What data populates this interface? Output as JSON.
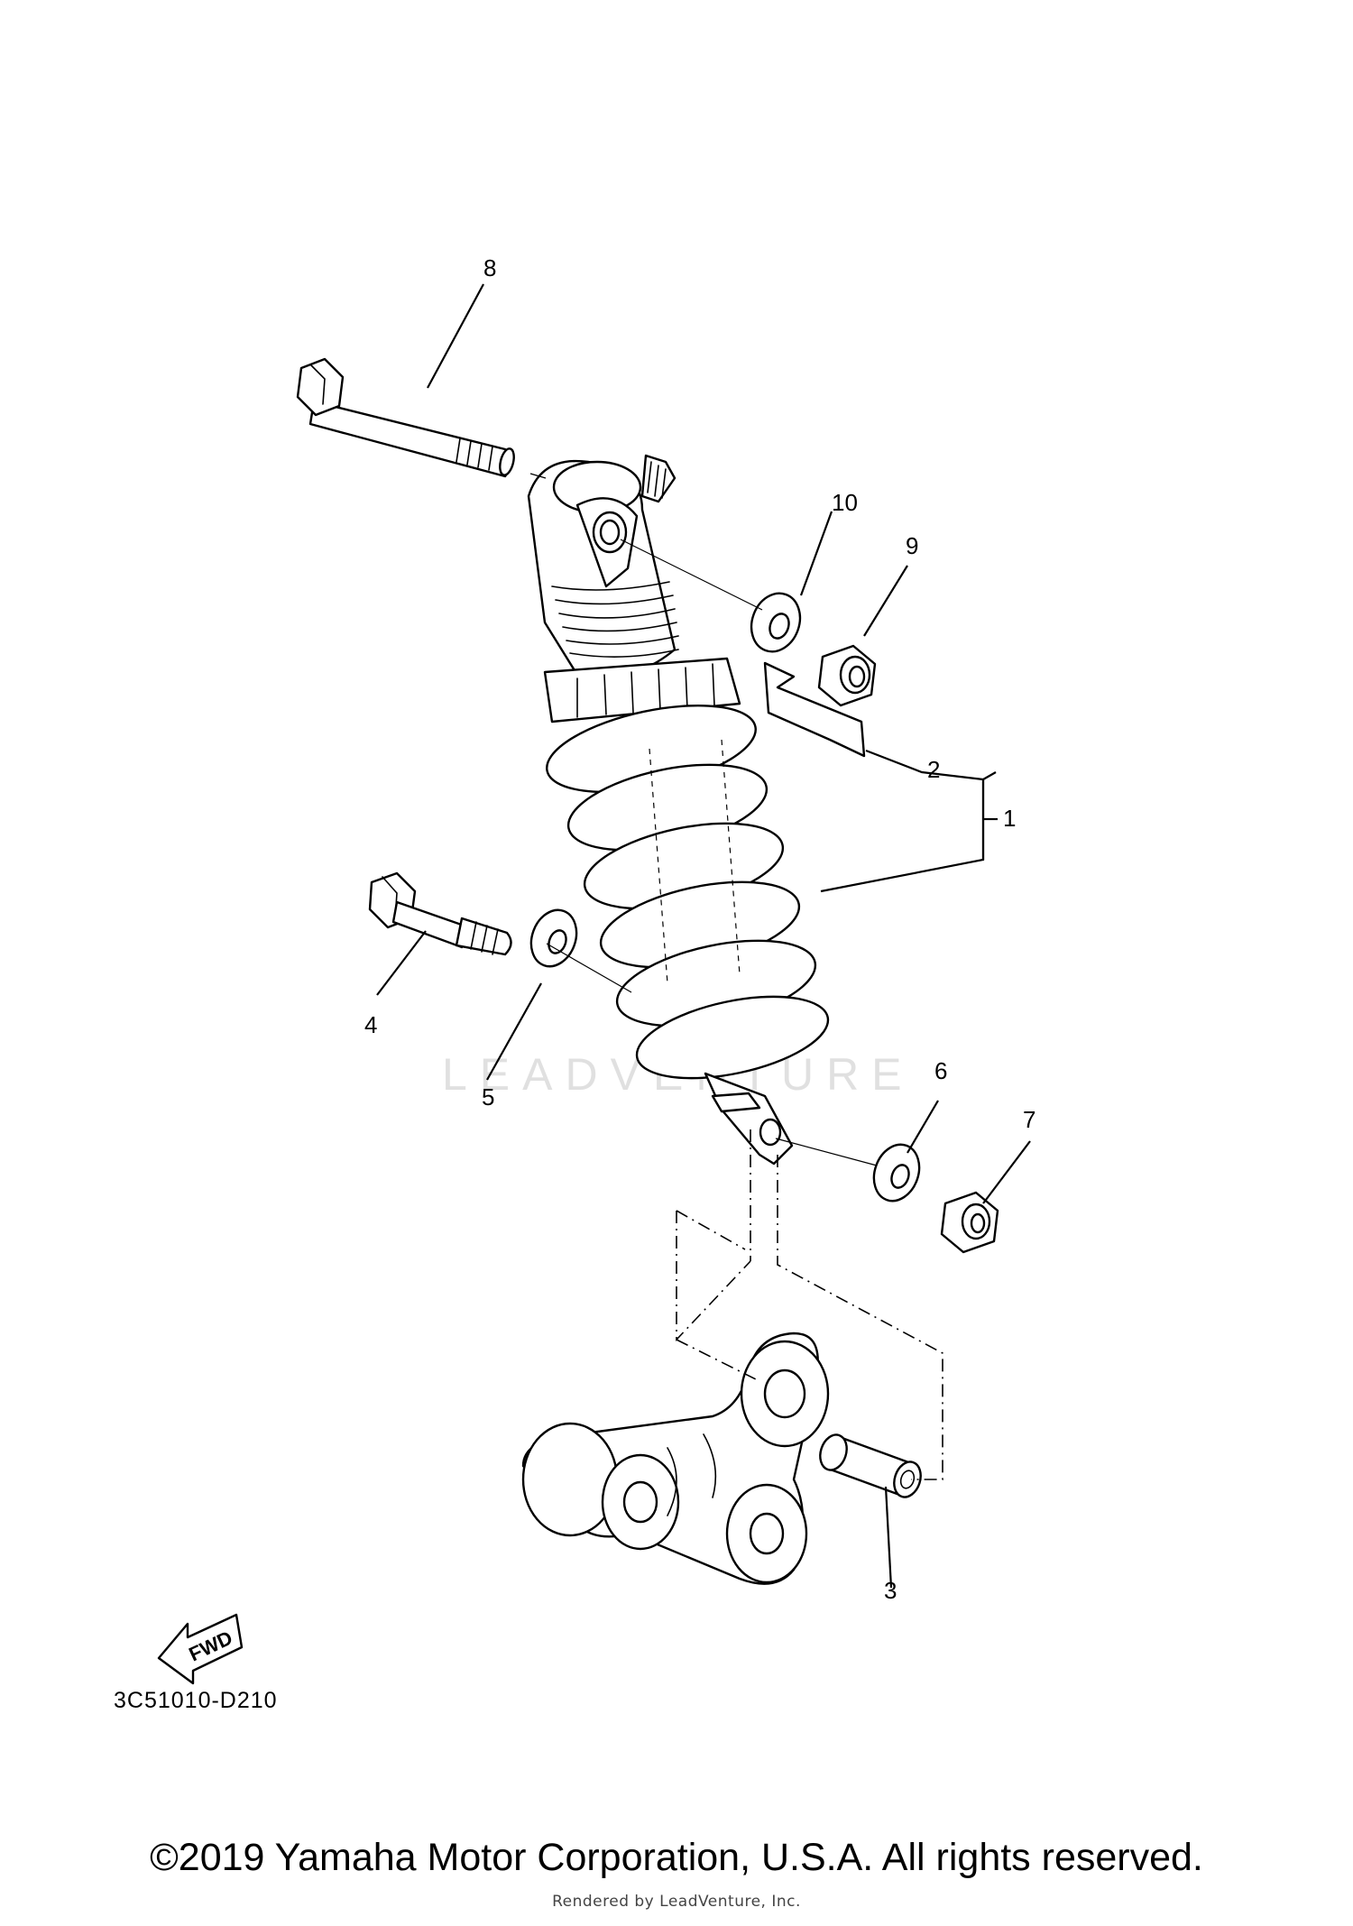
{
  "diagram": {
    "callouts": {
      "c1": "1",
      "c2": "2",
      "c3": "3",
      "c4": "4",
      "c5": "5",
      "c6": "6",
      "c7": "7",
      "c8": "8",
      "c9": "9",
      "c10": "10"
    },
    "diagram_code": "3C51010-D210",
    "fwd_label": "FWD",
    "watermark": "LEADVENTURE"
  },
  "footer": {
    "copyright": "©2019 Yamaha Motor Corporation, U.S.A. All rights reserved.",
    "rendered_by": "Rendered by LeadVenture, Inc."
  }
}
